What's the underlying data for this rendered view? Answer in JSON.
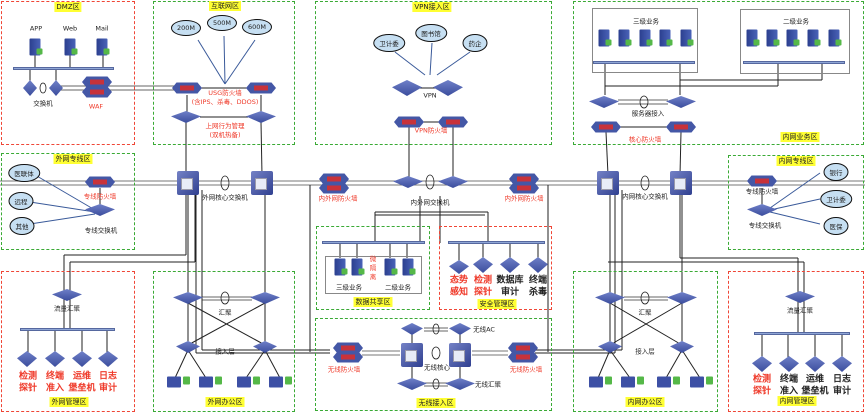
{
  "zones": {
    "dmz": "DMZ区",
    "internet": "互联网区",
    "vpn": "VPN接入区",
    "intranet_business": "内网业务区",
    "external_line": "外网专线区",
    "internal_line": "内网专线区",
    "data_share": "数据共享区",
    "security_mgmt": "安全管理区",
    "external_mgmt": "外网管理区",
    "external_office": "外网办公区",
    "wireless": "无线接入区",
    "internal_office": "内网办公区",
    "internal_mgmt": "内网管理区"
  },
  "dmz": {
    "servers": [
      "APP",
      "Web",
      "Mail"
    ],
    "switch": "交换机",
    "waf": "WAF"
  },
  "internet": {
    "clouds": [
      "200M",
      "500M",
      "600M"
    ],
    "usg": "USG防火墙\n(含IPS、杀毒、DDOS)",
    "behavior": "上网行为管理\n(双机热备)"
  },
  "vpn": {
    "clouds": [
      "卫计委",
      "图书馆",
      "药企"
    ],
    "vpn": "VPN",
    "firewall": "VPN防火墙"
  },
  "intranet_business": {
    "level3": "三级业务",
    "level2": "二级业务",
    "server_access": "服务器接入",
    "core_firewall": "核心防火墙"
  },
  "core": {
    "external_core": "外网核心交换机",
    "inout_firewall_left": "内外网防火墙",
    "inout_switch": "内外网交换机",
    "inout_firewall_right": "内外网防火墙",
    "internal_core": "内网核心交换机"
  },
  "external_line": {
    "clouds": [
      "医联体",
      "远程",
      "其他"
    ],
    "firewall": "专线防火墙",
    "switch": "专线交换机"
  },
  "internal_line": {
    "clouds": [
      "银行",
      "卫计委",
      "医保"
    ],
    "firewall": "专线防火墙",
    "switch": "专线交换机"
  },
  "data_share": {
    "level3": "三级业务",
    "level2": "二级业务",
    "micro": "微\n隔\n离"
  },
  "security_mgmt": {
    "items": [
      "态势\n感知",
      "检测\n探针",
      "数据库\n审计",
      "终端\n杀毒"
    ]
  },
  "external_mgmt": {
    "agg": "流量汇聚",
    "items": [
      "检测\n探针",
      "终端\n准入",
      "运维\n堡垒机",
      "日志\n审计"
    ]
  },
  "external_office": {
    "agg": "汇聚",
    "access": "接入层"
  },
  "wireless": {
    "ac": "无线AC",
    "core": "无线核心",
    "agg": "无线汇聚",
    "fw_left": "无线防火墙",
    "fw_right": "无线防火墙"
  },
  "internal_office": {
    "agg": "汇聚",
    "access": "接入层"
  },
  "internal_mgmt": {
    "agg": "流量汇聚",
    "items": [
      "检测\n探针",
      "终端\n准入",
      "运维\n堡垒机",
      "日志\n审计"
    ]
  }
}
